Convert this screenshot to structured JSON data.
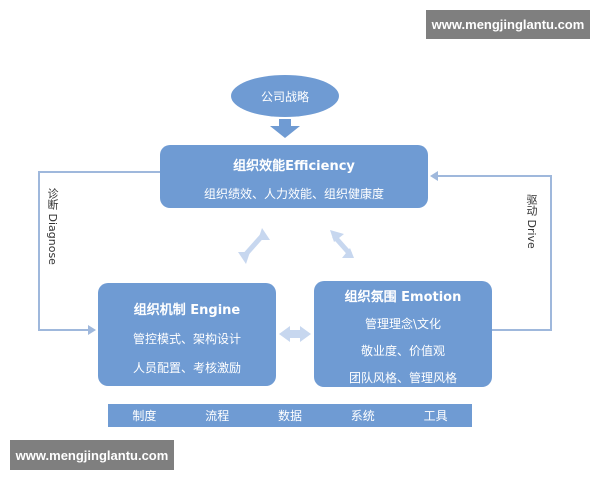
{
  "watermark": "www.mengjinglantu.com",
  "strategy": "公司战略",
  "efficiency": {
    "title": "组织效能Efficiency",
    "line": "组织绩效、人力效能、组织健康度"
  },
  "engine": {
    "title": "组织机制 Engine",
    "lines": [
      "管控模式、架构设计",
      "人员配置、考核激励"
    ]
  },
  "emotion": {
    "title": "组织氛围 Emotion",
    "lines": [
      "管理理念\\文化",
      "敬业度、价值观",
      "团队风格、管理风格"
    ]
  },
  "diagnose_label": "诊断 Diagnose",
  "drive_label": "驱动 Drive",
  "foundations": [
    "制度",
    "流程",
    "数据",
    "系统",
    "工具"
  ],
  "colors": {
    "box": "#6f9bd3",
    "ellipse": "#6f9bd3",
    "connector": "#9fb8dc",
    "arrow_light": "#c7d7ef",
    "watermark_bg": "#7f7f7f"
  }
}
